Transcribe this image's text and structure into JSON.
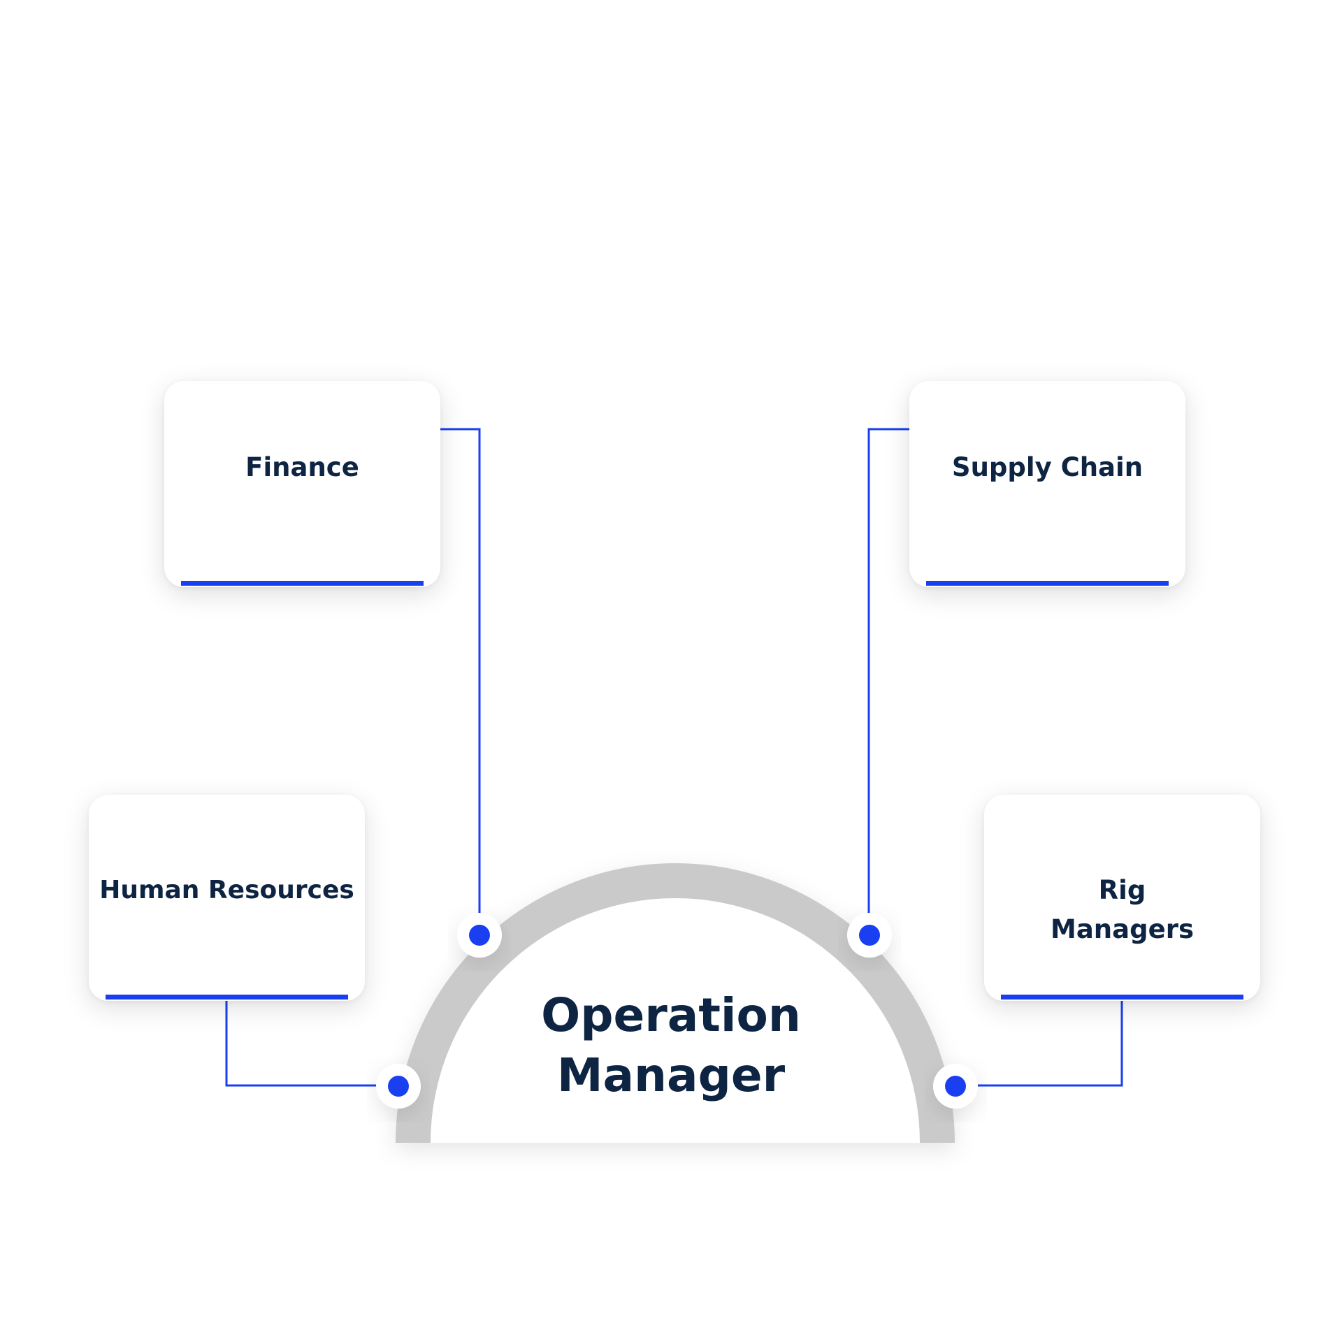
{
  "colors": {
    "accent": "#1a3ff0",
    "text": "#0d2442",
    "arc": "#cacaca",
    "background": "#ffffff"
  },
  "center": {
    "title": "Operation\nManager"
  },
  "departments": [
    {
      "label": "Finance"
    },
    {
      "label": "Supply Chain"
    },
    {
      "label": "Human Resources"
    },
    {
      "label": "Rig\nManagers"
    }
  ]
}
